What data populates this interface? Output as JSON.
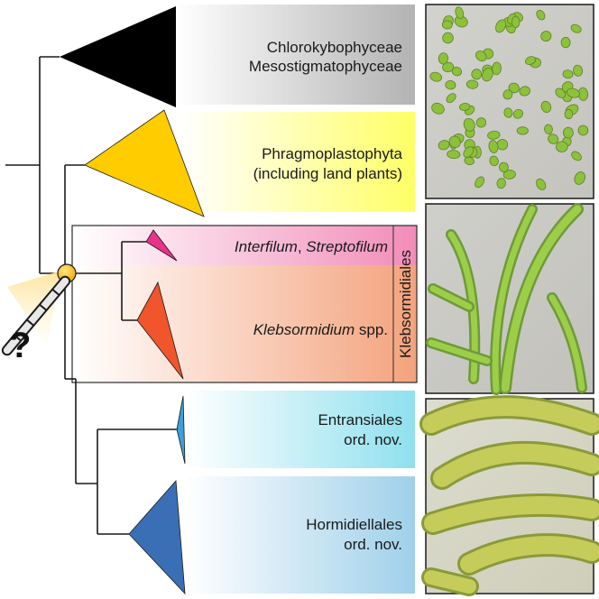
{
  "clades": {
    "chloro": {
      "line1": "Chlorokybophyceae",
      "line2": "Mesostigmatophyceae"
    },
    "phragmo": {
      "line1": "Phragmoplastophyta",
      "line2": "(including land plants)"
    },
    "interfilum": {
      "part1": "Interfilum",
      "sep": ", ",
      "part2": "Streptofilum"
    },
    "klebsormidium": {
      "genus": "Klebsormidium",
      "suffix": " spp."
    },
    "entransiales": {
      "line1": "Entransiales",
      "line2": "ord. nov."
    },
    "hormidiellales": {
      "line1": "Hormidiellales",
      "line2": "ord. nov."
    }
  },
  "order_label": "Klebsormidiales",
  "question_mark": "?",
  "colors": {
    "chloro_triangle": "#000000",
    "phragmo_triangle": "#ffcc00",
    "interfilum_triangle": "#e8338a",
    "klebsormidium_triangle": "#f0552b",
    "entransiales_triangle": "#3aa0dc",
    "hormidiellales_triangle": "#3a6fb5",
    "node_circle": "#f7b500",
    "chloro_band": "#b3b3b3",
    "phragmo_band": "#ffff66",
    "interfilum_band": "#f5a0c2",
    "klebsormidium_band": "#f6b08e",
    "entransiales_band": "#8fe0ee",
    "hormidiellales_band": "#9fd0ea",
    "micrograph_top": "#c9c9c4",
    "micrograph_cells": "#8cc13a"
  },
  "icons": [
    "filament-icon",
    "question-mark-icon",
    "micrograph-coccoid",
    "micrograph-filaments",
    "micrograph-hormidiella"
  ]
}
